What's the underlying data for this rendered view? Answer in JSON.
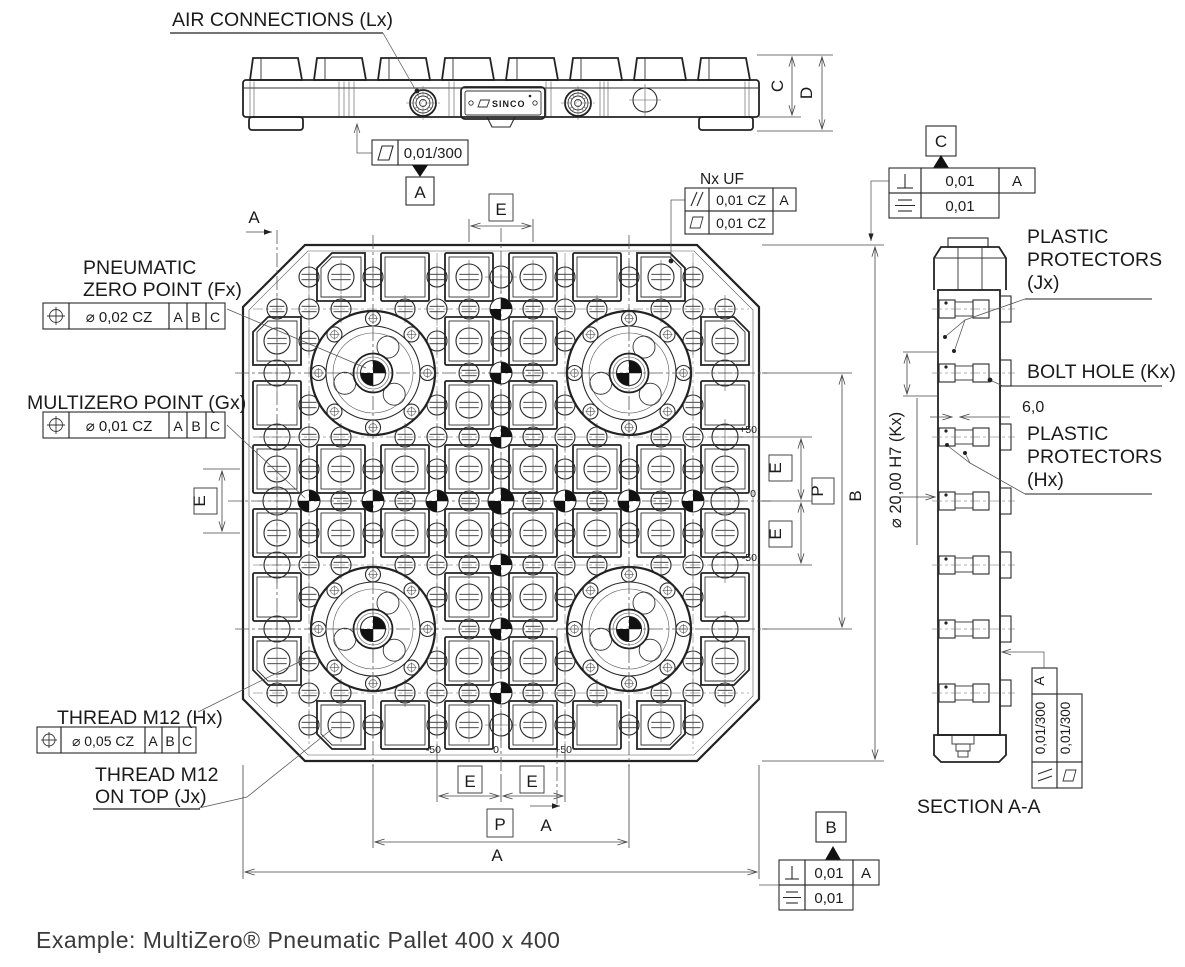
{
  "caption": "Example: MultiZero® Pneumatic Pallet 400 x 400",
  "top_view": {
    "air_connections": "AIR CONNECTIONS (Lx)",
    "brand": "SINCO",
    "flatness_value": "0,01/300",
    "datum_a": "A",
    "dim_c": "C",
    "dim_d": "D"
  },
  "plan_view": {
    "pneumatic_line1": "PNEUMATIC",
    "pneumatic_line2": "ZERO POINT (Fx)",
    "fx_value": "⌀ 0,02 CZ",
    "fx_datums": [
      "A",
      "B",
      "C"
    ],
    "multizero": "MULTIZERO POINT (Gx)",
    "gx_value": "⌀ 0,01 CZ",
    "gx_datums": [
      "A",
      "B",
      "C"
    ],
    "thread_hx": "THREAD M12 (Hx)",
    "hx_value": "⌀ 0,05 CZ",
    "hx_datums": [
      "A",
      "B",
      "C"
    ],
    "thread_jx_line1": "THREAD M12",
    "thread_jx_line2": "ON TOP (Jx)",
    "nx_uf": "Nx UF",
    "nx_row1_value": "0,01 CZ",
    "nx_row1_datum": "A",
    "nx_row2_value": "0,01 CZ",
    "section_mark": "A",
    "dim_a": "A",
    "dim_b": "B",
    "dim_e": "E",
    "dim_p": "P",
    "ticks_right": [
      "+50",
      "0",
      "-50"
    ],
    "ticks_bottom": [
      "-50",
      "0",
      "+50"
    ]
  },
  "datum_frames": {
    "c_box": "C",
    "c_row1_value": "0,01",
    "c_row1_datum": "A",
    "c_row2_value": "0,01",
    "b_box": "B",
    "b_row1_value": "0,01",
    "b_row1_datum": "A",
    "b_row2_value": "0,01"
  },
  "section_view": {
    "title": "SECTION A-A",
    "plastic_jx": [
      "PLASTIC",
      "PROTECTORS",
      "(Jx)"
    ],
    "bolt_hole": "BOLT HOLE (Kx)",
    "dim_6": "6,0",
    "plastic_hx": [
      "PLASTIC",
      "PROTECTORS",
      "(Hx)"
    ],
    "dia_20": "⌀ 20,00 H7 (Kx)",
    "rot_frame1_value": "0,01/300",
    "rot_frame1_datum": "A",
    "rot_frame2_value": "0,01/300"
  }
}
